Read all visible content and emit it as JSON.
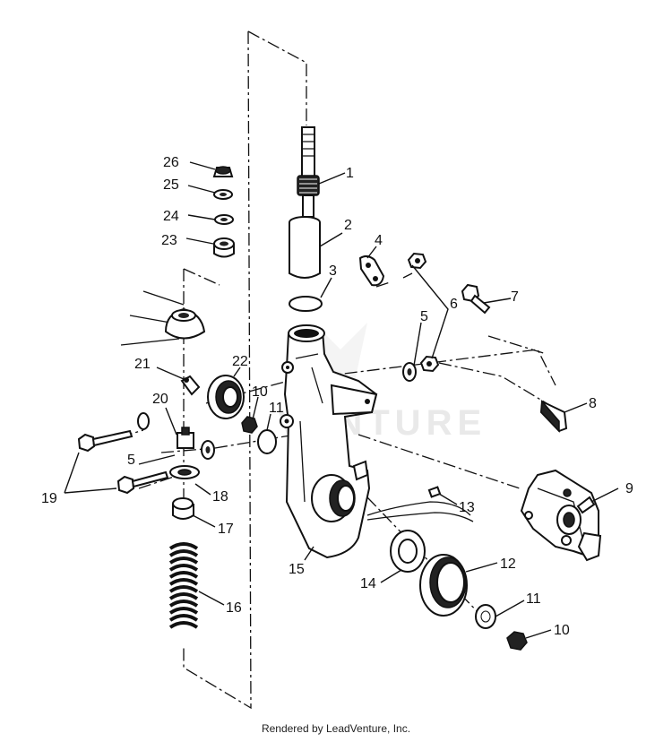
{
  "footer": {
    "credit": "Rendered by LeadVenture, Inc."
  },
  "watermark": {
    "text": "VENTURE"
  },
  "callouts": {
    "c1": "1",
    "c2": "2",
    "c3": "3",
    "c4": "4",
    "c5a": "5",
    "c5b": "5",
    "c6": "6",
    "c7": "7",
    "c8": "8",
    "c9": "9",
    "c10a": "10",
    "c10b": "10",
    "c11a": "11",
    "c11b": "11",
    "c12": "12",
    "c13": "13",
    "c14": "14",
    "c15": "15",
    "c16": "16",
    "c17": "17",
    "c18": "18",
    "c19": "19",
    "c20": "20",
    "c21": "21",
    "c22": "22",
    "c23": "23",
    "c24": "24",
    "c25": "25",
    "c26": "26"
  },
  "icons": {
    "watermark_logo": "leadventure-logo"
  }
}
